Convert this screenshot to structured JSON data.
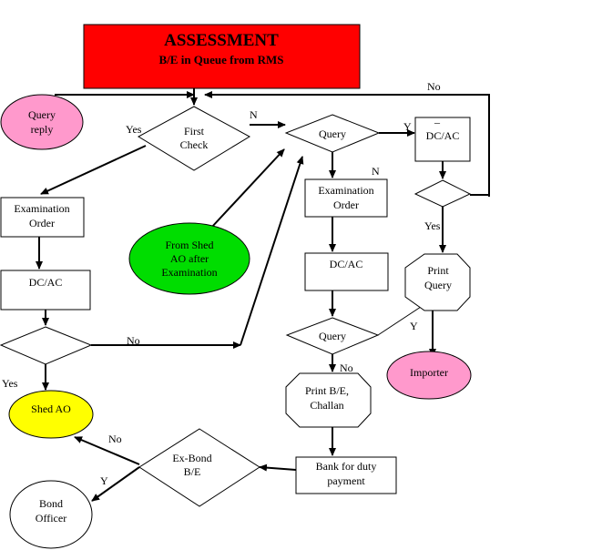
{
  "title": {
    "line1": "ASSESSMENT",
    "line2": "B/E in Queue from RMS",
    "fill": "#ff0000"
  },
  "nodes": {
    "query_reply": {
      "lines": [
        "Query",
        "reply"
      ],
      "fill": "#ff99cc"
    },
    "first_check": {
      "lines": [
        "First",
        "Check"
      ]
    },
    "query_top": {
      "lines": [
        "Query"
      ]
    },
    "dcac_top": {
      "lines": [
        "DC/AC"
      ]
    },
    "decision_right": {
      "lines": []
    },
    "exam_order_left": {
      "lines": [
        "Examination",
        "Order"
      ]
    },
    "from_shed": {
      "lines": [
        "From Shed",
        "AO after",
        "Examination"
      ],
      "fill": "#00dd00"
    },
    "exam_order_mid": {
      "lines": [
        "Examination",
        "Order"
      ]
    },
    "dcac_left": {
      "lines": [
        "DC/AC"
      ]
    },
    "dcac_mid": {
      "lines": [
        "DC/AC"
      ]
    },
    "print_query": {
      "lines": [
        "Print",
        "Query"
      ]
    },
    "decision_left": {
      "lines": []
    },
    "query_mid": {
      "lines": [
        "Query"
      ]
    },
    "importer": {
      "lines": [
        "Importer"
      ],
      "fill": "#ff99cc"
    },
    "shed_ao": {
      "lines": [
        "Shed AO"
      ],
      "fill": "#ffff00"
    },
    "print_be": {
      "lines": [
        "Print B/E,",
        "Challan"
      ]
    },
    "bank": {
      "lines": [
        "Bank for duty",
        "payment"
      ]
    },
    "exbond": {
      "lines": [
        "Ex-Bond",
        "B/E"
      ]
    },
    "bond_officer": {
      "lines": [
        "Bond",
        "Officer"
      ]
    }
  },
  "edge_labels": {
    "yes_first": "Yes",
    "n_first": "N",
    "y_query_top": "Y",
    "dash_query_top": "–",
    "no_loop": "No",
    "n_query_top": "N",
    "yes_right": "Yes",
    "no_left": "No",
    "yes_left": "Yes",
    "y_query_mid": "Y",
    "no_query_mid": "No",
    "no_exbond": "No",
    "y_exbond": "Y"
  }
}
